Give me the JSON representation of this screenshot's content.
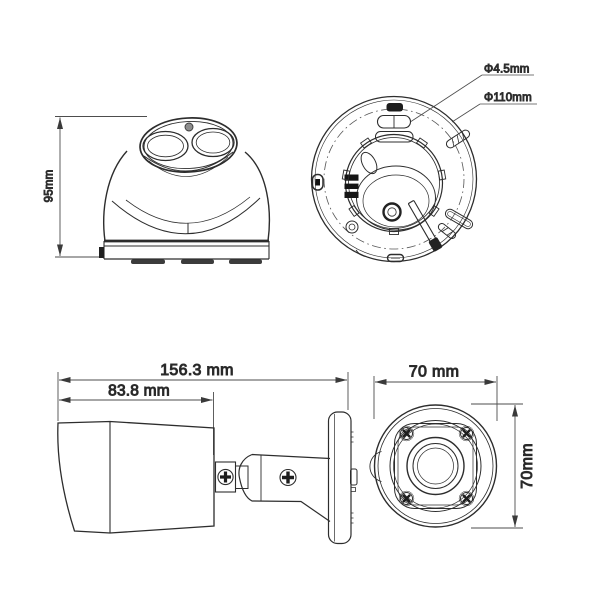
{
  "drawing": {
    "turret_view": {
      "height": "95mm",
      "hole_diameter": "Φ4.5mm",
      "base_diameter": "Φ110mm"
    },
    "bullet_view": {
      "overall_length": "156.3 mm",
      "body_length": "83.8 mm",
      "front_width": "70 mm",
      "front_height": "70mm"
    }
  },
  "colors": {
    "line": "#2d2d2d",
    "dimension_line": "#4d4d4d",
    "text": "#1e1e1e",
    "background": "#ffffff"
  }
}
